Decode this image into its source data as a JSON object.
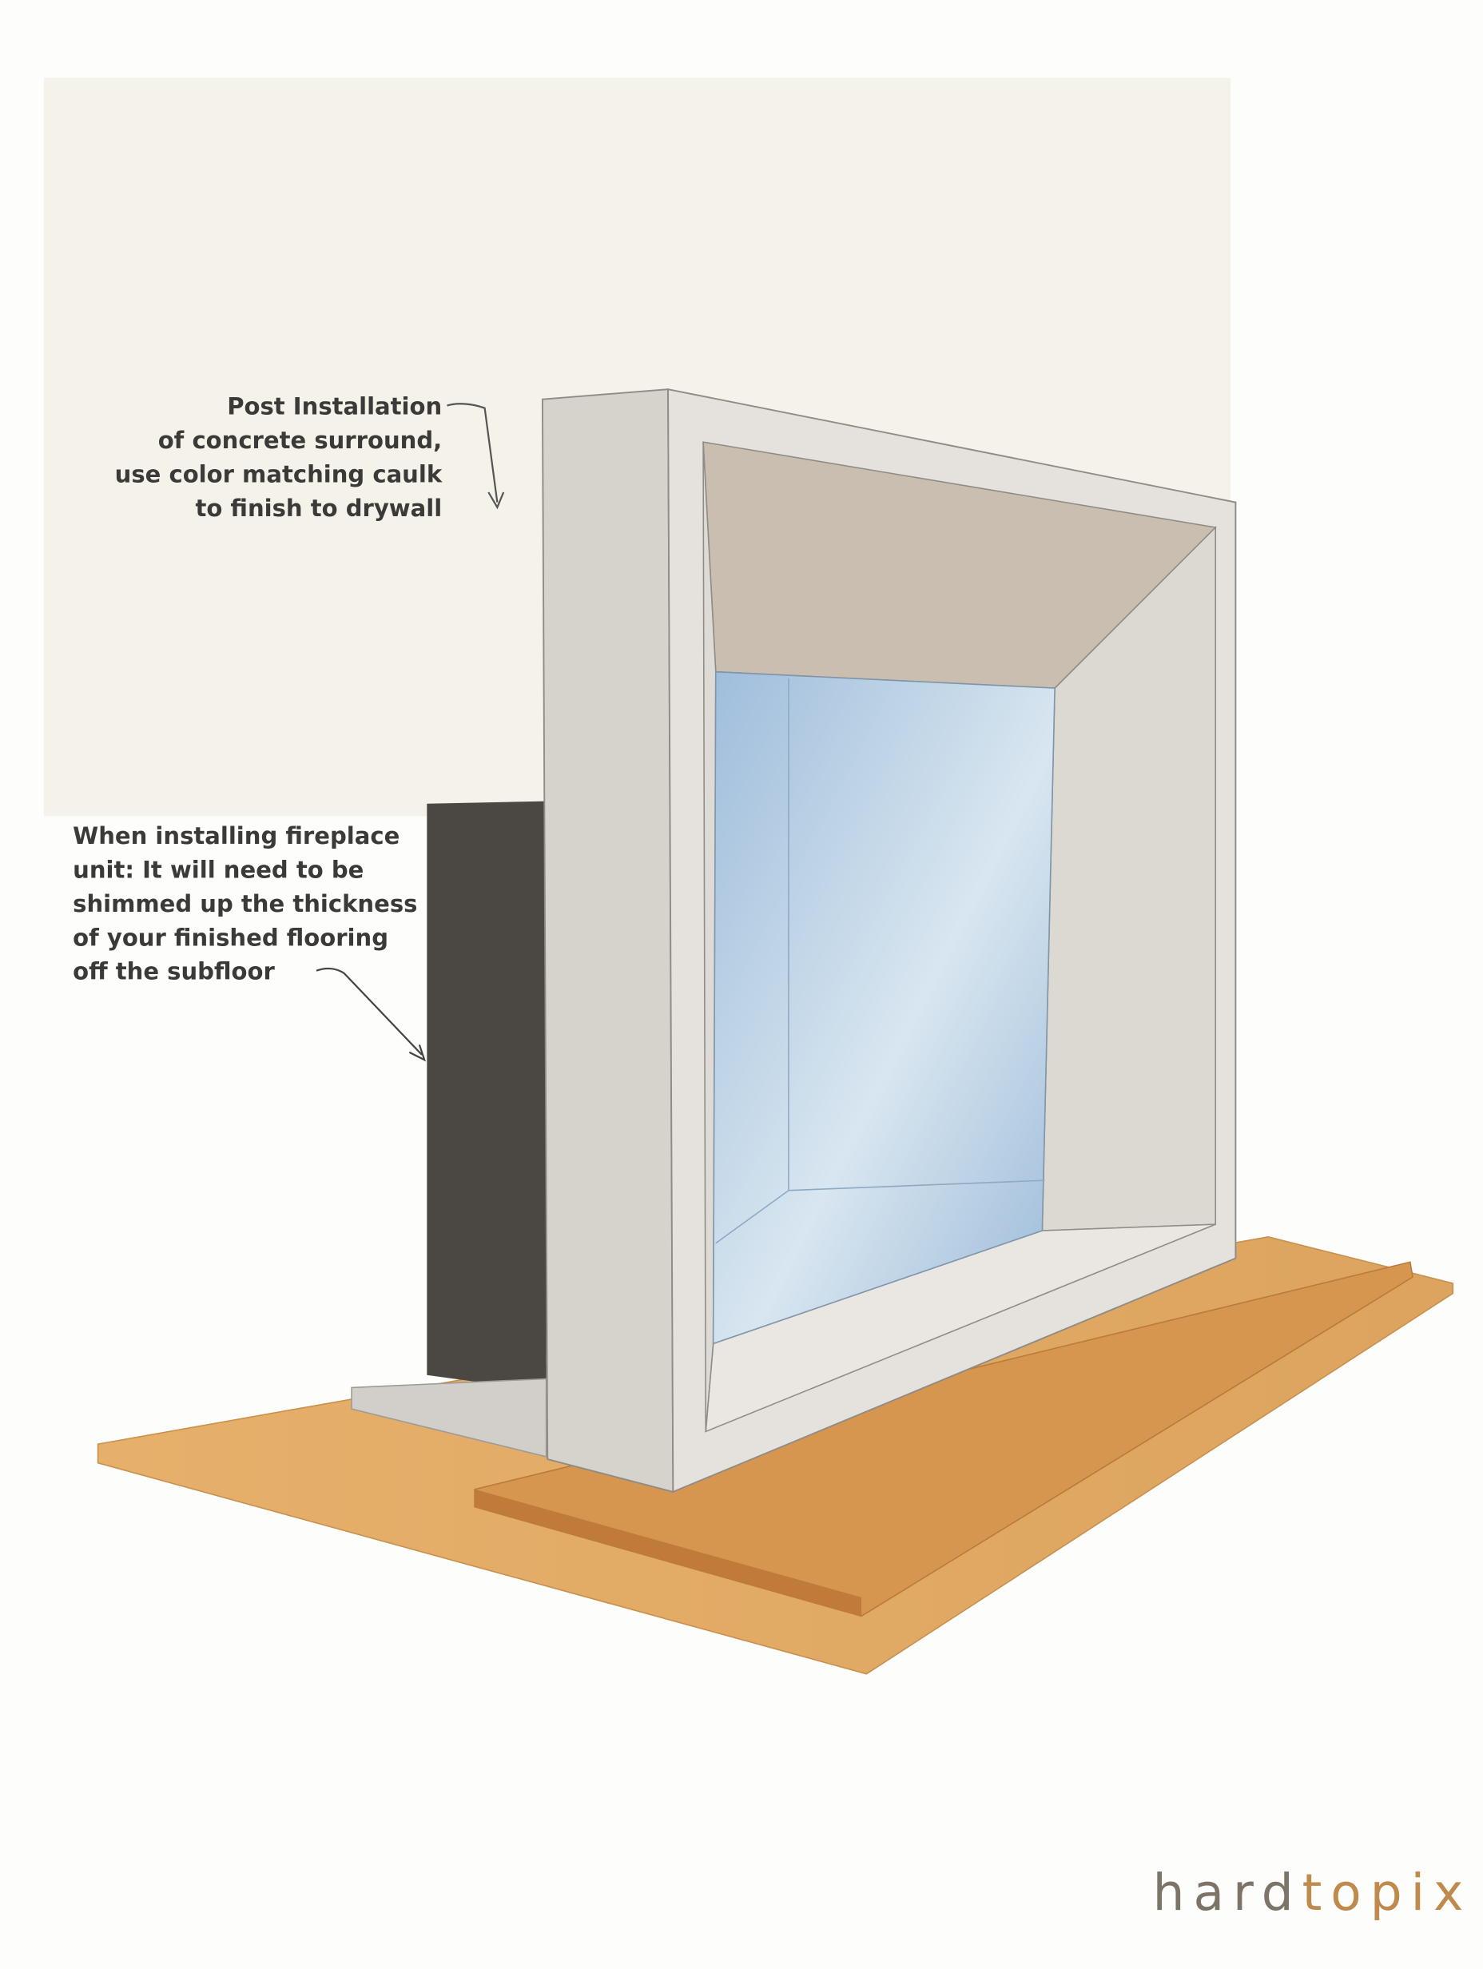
{
  "annotations": {
    "post_installation": {
      "lines": [
        "Post Installation",
        "of concrete surround,",
        "use color matching caulk",
        "to finish to drywall"
      ]
    },
    "fireplace_unit": {
      "lines": [
        "When installing fireplace",
        "unit: It will need to be",
        "shimmed up the thickness",
        "of your finished flooring",
        "off the subfloor"
      ]
    }
  },
  "logo": {
    "part1": "hard",
    "part2": "topix",
    "color1": "#7d7468",
    "color2": "#bf8a4c"
  },
  "colors": {
    "wall": "#f5f2ea",
    "subfloor": "#e2ab66",
    "flooring": "#d89a58",
    "fireplace_unit": "#4b4843",
    "concrete_front": "#e5e2de",
    "concrete_side": "#d6d2cc",
    "firebox_glass": "#abc6de"
  }
}
